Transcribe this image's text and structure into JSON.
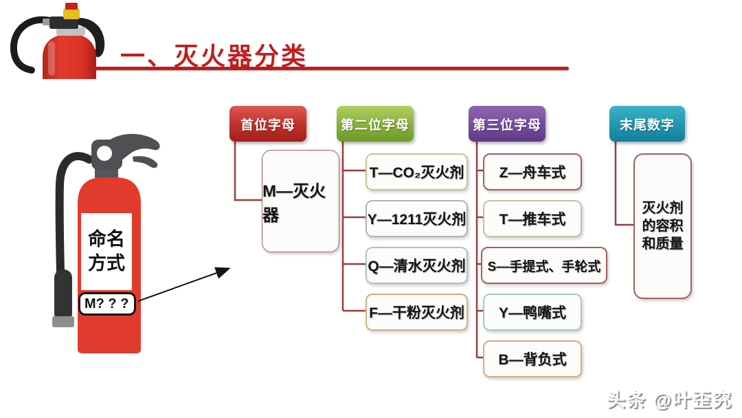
{
  "title": "一、灭火器分类",
  "watermark": "头条 @叶歪究",
  "extinguisher": {
    "label_line1": "命名",
    "label_line2": "方式",
    "code": "M? ? ?"
  },
  "colors": {
    "title_red": "#c21d1d",
    "connector_maroon": "#9e3a3a",
    "header_red": "#b02a25",
    "header_green": "#7ba233",
    "header_purple": "#6d4391",
    "header_teal": "#1b8ba3",
    "extinguisher_red": "#e23b2e"
  },
  "columns": [
    {
      "header": "首位字母",
      "items": [
        {
          "label": "M—灭火器"
        }
      ]
    },
    {
      "header": "第二位字母",
      "items": [
        {
          "label": "T—CO₂灭火剂"
        },
        {
          "label": "Y—1211灭火剂"
        },
        {
          "label": "Q—清水灭火剂"
        },
        {
          "label": "F—干粉灭火剂"
        }
      ]
    },
    {
      "header": "第三位字母",
      "items": [
        {
          "label": "Z—舟车式"
        },
        {
          "label": "T—推车式"
        },
        {
          "label": "S—手提式、手轮式"
        },
        {
          "label": "Y—鸭嘴式"
        },
        {
          "label": "B—背负式"
        }
      ]
    },
    {
      "header": "末尾数字",
      "items": [
        {
          "label": "灭火剂\n的容积\n和质量"
        }
      ]
    }
  ]
}
